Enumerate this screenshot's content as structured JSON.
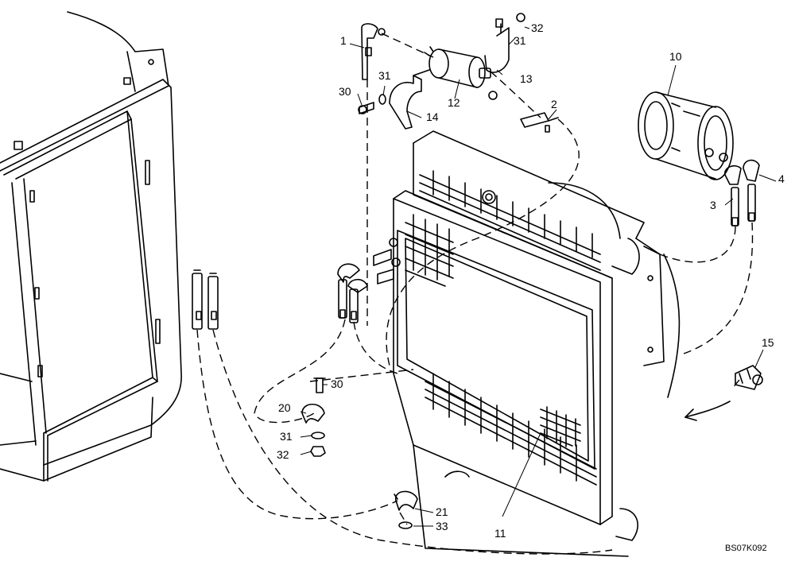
{
  "diagram": {
    "drawing_code": "BS07K092",
    "callouts": [
      {
        "id": "c1",
        "text": "1"
      },
      {
        "id": "c32a",
        "text": "32"
      },
      {
        "id": "c31a",
        "text": "31"
      },
      {
        "id": "c13",
        "text": "13"
      },
      {
        "id": "c12",
        "text": "12"
      },
      {
        "id": "c31b",
        "text": "31"
      },
      {
        "id": "c30a",
        "text": "30"
      },
      {
        "id": "c14",
        "text": "14"
      },
      {
        "id": "c2",
        "text": "2"
      },
      {
        "id": "c10",
        "text": "10"
      },
      {
        "id": "c4",
        "text": "4"
      },
      {
        "id": "c3",
        "text": "3"
      },
      {
        "id": "c15",
        "text": "15"
      },
      {
        "id": "c30b",
        "text": "30"
      },
      {
        "id": "c20",
        "text": "20"
      },
      {
        "id": "c31c",
        "text": "31"
      },
      {
        "id": "c32b",
        "text": "32"
      },
      {
        "id": "c11",
        "text": "11"
      },
      {
        "id": "c21",
        "text": "21"
      },
      {
        "id": "c33",
        "text": "33"
      }
    ]
  }
}
